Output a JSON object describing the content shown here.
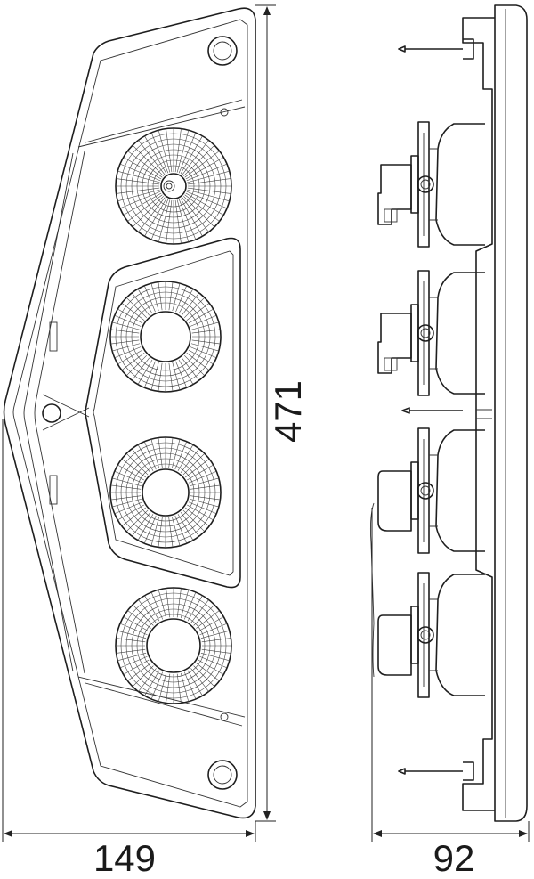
{
  "dimensions": {
    "width": "149",
    "height": "471",
    "depth": "92"
  }
}
